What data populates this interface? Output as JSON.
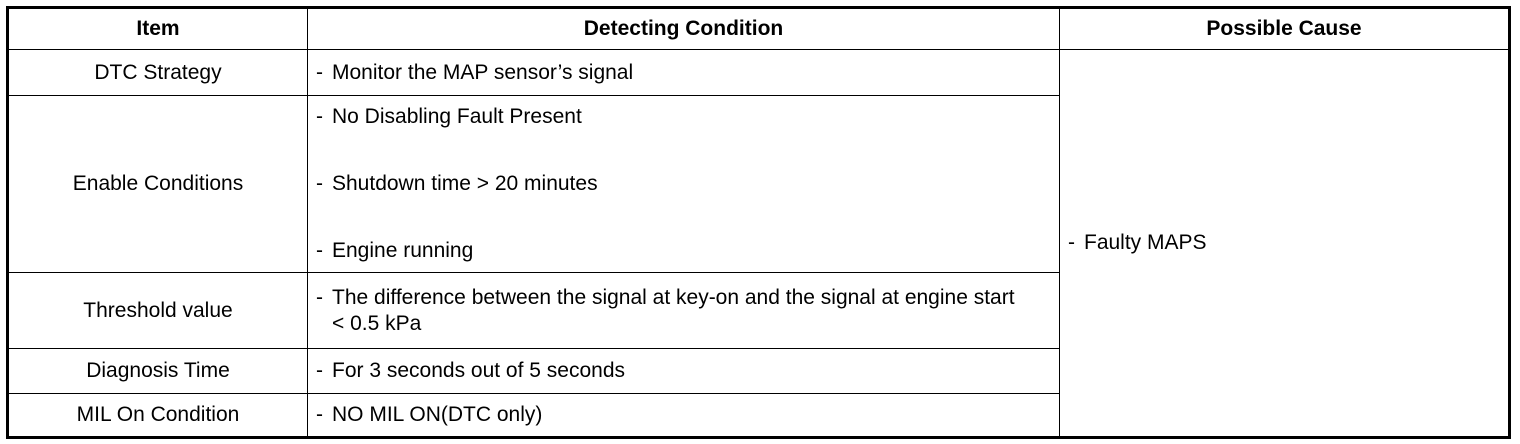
{
  "table": {
    "headers": {
      "item": "Item",
      "condition": "Detecting Condition",
      "cause": "Possible Cause"
    },
    "rows": [
      {
        "item": "DTC Strategy",
        "conditions": [
          "Monitor the MAP sensor’s signal"
        ]
      },
      {
        "item": "Enable Conditions",
        "conditions": [
          "No Disabling Fault Present",
          "Shutdown time > 20 minutes",
          "Engine running"
        ]
      },
      {
        "item": "Threshold value",
        "conditions": [
          "The difference between the signal at key-on and the signal at engine start < 0.5 kPa"
        ]
      },
      {
        "item": "Diagnosis Time",
        "conditions": [
          "For 3 seconds out of 5 seconds"
        ]
      },
      {
        "item": "MIL On Condition",
        "conditions": [
          "NO MIL ON(DTC only)"
        ]
      }
    ],
    "bullet": "-",
    "possible_cause": "Faulty MAPS"
  }
}
